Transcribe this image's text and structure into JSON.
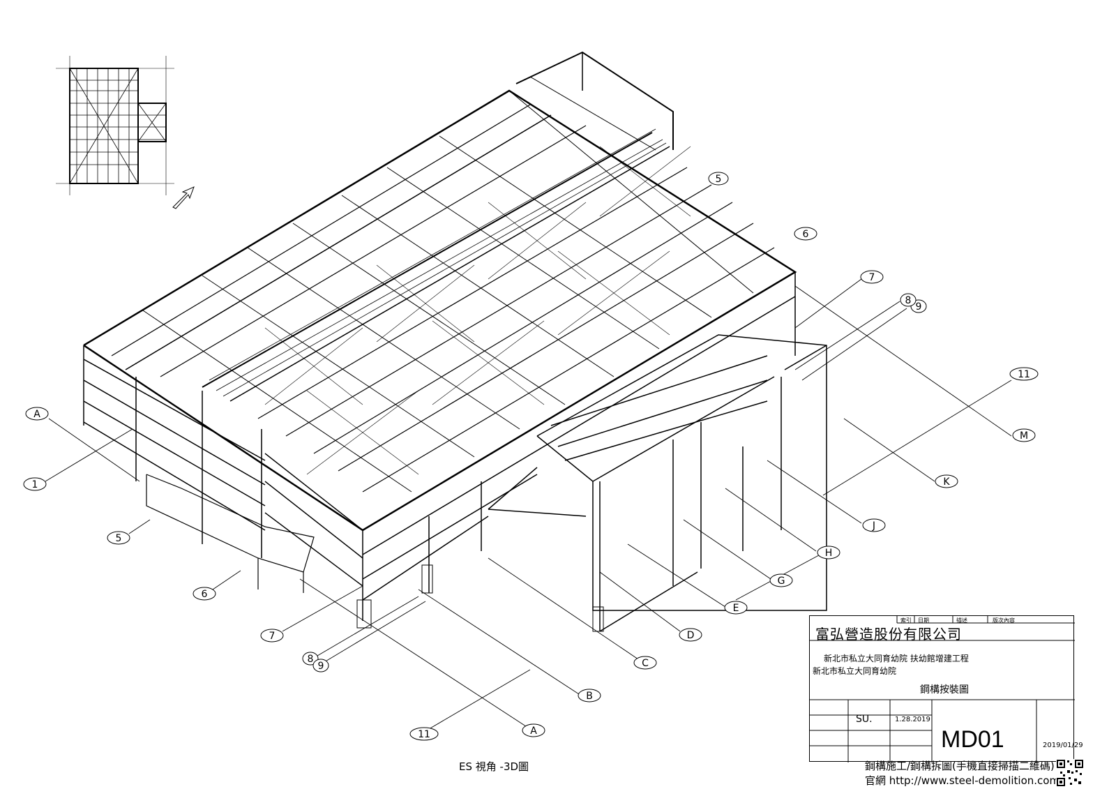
{
  "view_caption": "ES 視角 -3D圖",
  "grid_labels": {
    "A_left": "A",
    "A_bottom": "A",
    "B": "B",
    "C": "C",
    "D": "D",
    "E": "E",
    "G": "G",
    "H": "H",
    "J": "J",
    "K": "K",
    "M": "M",
    "n1": "1",
    "n5_left": "5",
    "n6_left": "6",
    "n7_left": "7",
    "n8_left": "8",
    "n9_left": "9",
    "n11_bottom": "11",
    "n5_top": "5",
    "n6_right": "6",
    "n7_right": "7",
    "n8_right": "8",
    "n9_right": "9",
    "n11_right": "11"
  },
  "title_block": {
    "header_cols": [
      "索引",
      "日期",
      "描述",
      "版次內容"
    ],
    "company": "富弘營造股份有限公司",
    "project_line1": "新北市私立大同育幼院 扶幼館增建工程",
    "project_line2": "新北市私立大同育幼院",
    "drawing_title": "鋼構按裝圖",
    "drawer": "SU.",
    "date": "1.28.2019",
    "drawing_no": "MD01",
    "issue_date": "2019/01/29"
  },
  "footer": {
    "line1": "鋼構施工/鋼構拆圖(手機直接掃描二維碼)",
    "line2": "官網 http://www.steel-demolition.com"
  },
  "colors": {
    "ink": "#000000",
    "paper": "#ffffff"
  }
}
